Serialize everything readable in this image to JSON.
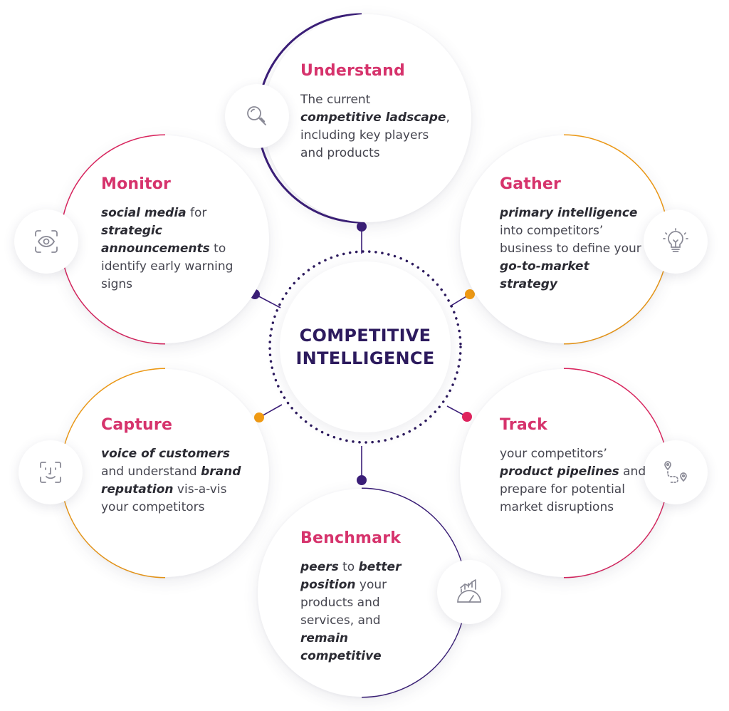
{
  "center": {
    "line1": "COMPETITIVE",
    "line2": "INTELLIGENCE"
  },
  "colors": {
    "title_pink": "#d6336c",
    "arc_purple": "#3b1e78",
    "arc_orange": "#f39c12",
    "arc_pink": "#e0245e",
    "center_text": "#2d1b5e"
  },
  "nodes": [
    {
      "key": "understand",
      "title": "Understand",
      "icon": "magnifier-icon",
      "color": "#3b1e78",
      "body": [
        {
          "text": "The current ",
          "em": false
        },
        {
          "text": "competitive ladscape",
          "em": true
        },
        {
          "text": ", including key players and products",
          "em": false
        }
      ]
    },
    {
      "key": "gather",
      "title": "Gather",
      "icon": "lightbulb-icon",
      "color": "#f39c12",
      "body": [
        {
          "text": "primary intelligence",
          "em": true
        },
        {
          "text": " into competitors’ business to define your ",
          "em": false
        },
        {
          "text": "go-to-market strategy",
          "em": true
        }
      ]
    },
    {
      "key": "track",
      "title": "Track",
      "icon": "route-pin-icon",
      "color": "#e0245e",
      "body": [
        {
          "text": "your competitors’ ",
          "em": false
        },
        {
          "text": "product pipelines",
          "em": true
        },
        {
          "text": " and prepare for potential market disruptions",
          "em": false
        }
      ]
    },
    {
      "key": "benchmark",
      "title": "Benchmark",
      "icon": "gauge-chart-icon",
      "color": "#3b1e78",
      "body": [
        {
          "text": "peers",
          "em": true
        },
        {
          "text": " to ",
          "em": false
        },
        {
          "text": "better position",
          "em": true
        },
        {
          "text": " your products and services, and ",
          "em": false
        },
        {
          "text": "remain competitive",
          "em": true
        }
      ]
    },
    {
      "key": "capture",
      "title": "Capture",
      "icon": "face-scan-icon",
      "color": "#f39c12",
      "body": [
        {
          "text": "voice of customers",
          "em": true
        },
        {
          "text": " and understand ",
          "em": false
        },
        {
          "text": "brand reputation",
          "em": true
        },
        {
          "text": " vis-a-vis your competitors",
          "em": false
        }
      ]
    },
    {
      "key": "monitor",
      "title": "Monitor",
      "icon": "eye-scan-icon",
      "color": "#e0245e",
      "body": [
        {
          "text": "social media",
          "em": true
        },
        {
          "text": " for ",
          "em": false
        },
        {
          "text": "strategic announcements",
          "em": true
        },
        {
          "text": " to identify early warning signs",
          "em": false
        }
      ]
    }
  ]
}
